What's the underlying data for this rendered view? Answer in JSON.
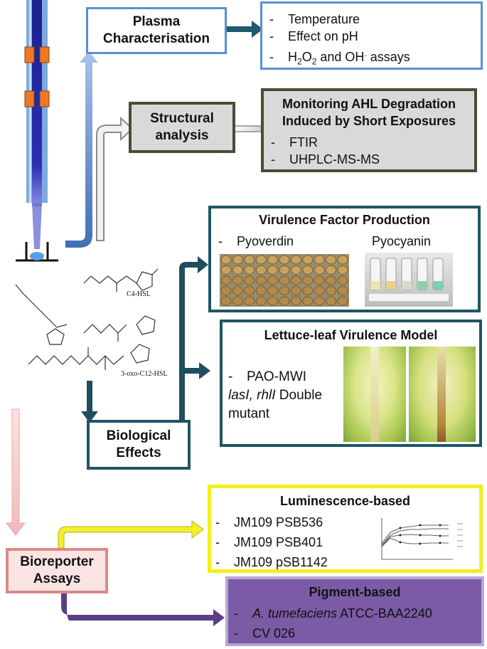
{
  "plasma": {
    "title_line1": "Plasma",
    "title_line2": "Characterisation",
    "items": [
      "Temperature",
      "Effect on pH"
    ],
    "assay_h": "H",
    "assay_sub2": "2",
    "assay_o2": "O",
    "assay_rest": " and OH",
    "assay_dot": ".",
    "assay_end": " assays"
  },
  "structural": {
    "title_line1": "Structural",
    "title_line2": "analysis",
    "monitor_line1": "Monitoring AHL Degradation",
    "monitor_line2": "Induced by Short Exposures",
    "items": [
      "FTIR",
      "UHPLC-MS-MS"
    ]
  },
  "chemistry": {
    "labels": [
      "C4-HSL",
      "3-oxo-C12-HSL"
    ]
  },
  "virulence": {
    "title": "Virulence Factor Production",
    "pyoverdin": "Pyoverdin",
    "pyocyanin": "Pyocyanin"
  },
  "lettuce": {
    "title": "Lettuce-leaf Virulence Model",
    "strain": "PAO-MWI",
    "mutant_italic": "lasI, rhlI",
    "mutant_rest": " Double",
    "mutant_line3": "mutant"
  },
  "biological": {
    "line1": "Biological",
    "line2": "Effects"
  },
  "luminescence": {
    "title": "Luminescence-based",
    "items": [
      "JM109 PSB536",
      "JM109 PSB401",
      "JM109 pSB1142"
    ]
  },
  "bioreporter": {
    "line1": "Bioreporter",
    "line2": "Assays"
  },
  "pigment": {
    "title": "Pigment-based",
    "item1_italic": "A. tumefaciens",
    "item1_rest": " ATCC-BAA2240",
    "item2": "CV 026"
  },
  "dash": "-",
  "colors": {
    "blue_box": "#5a8fd1",
    "dark_box": "#4d4a35",
    "teal_box": "#1e5566",
    "yellow_box": "#f2ef1a",
    "pink_box": "#d98a8a",
    "purple_box": "#7b5ba6",
    "gray_fill": "#d9d9d9"
  }
}
